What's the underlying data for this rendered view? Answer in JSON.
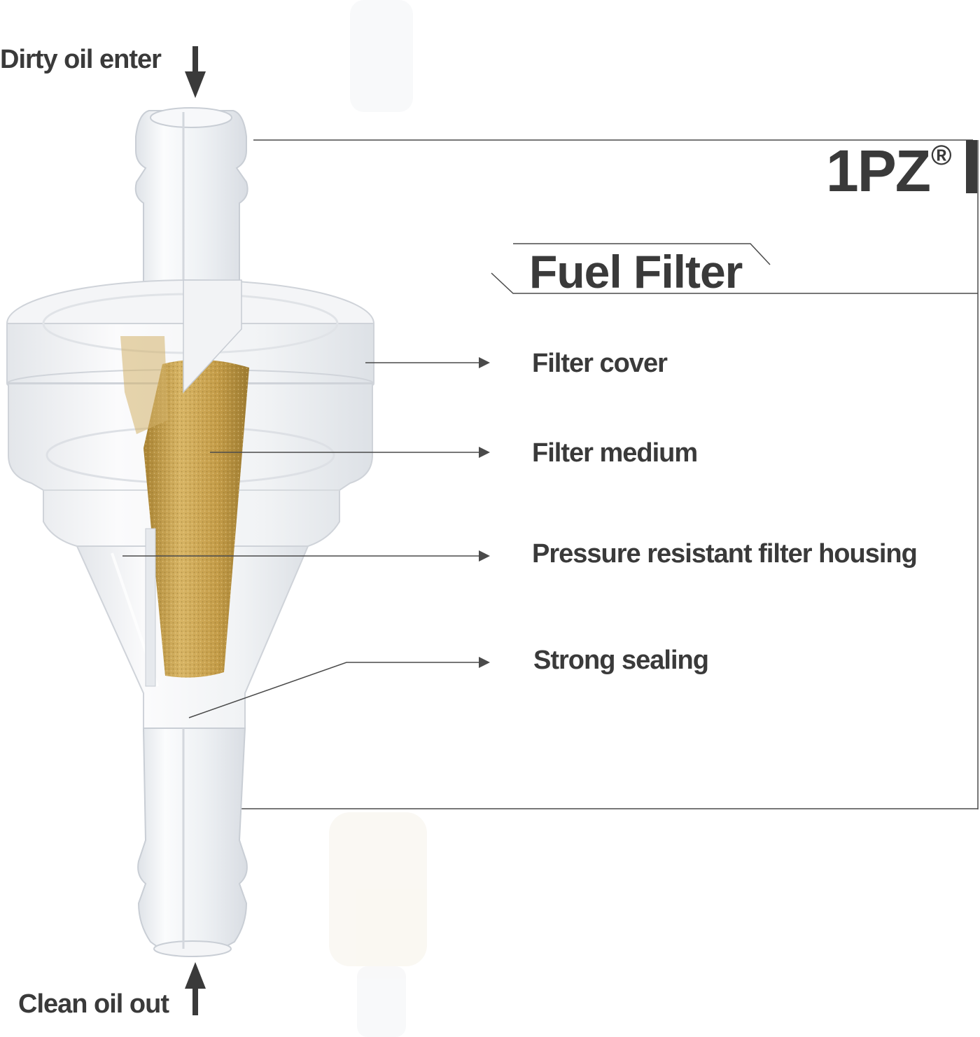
{
  "flow": {
    "inlet_label": "Dirty oil enter",
    "outlet_label": "Clean oil out"
  },
  "brand": {
    "name": "1PZ",
    "mark": "®"
  },
  "product": {
    "title": "Fuel Filter"
  },
  "parts": [
    {
      "label": "Filter cover"
    },
    {
      "label": "Filter medium"
    },
    {
      "label": "Pressure resistant filter housing"
    },
    {
      "label": "Strong sealing"
    }
  ],
  "colors": {
    "text": "#3a3a3a",
    "line": "#4a4a4a",
    "filter_medium": "#c9a24a",
    "housing": "#eef0f3"
  },
  "icons": {
    "inlet_arrow": "arrow-down-icon",
    "outlet_arrow": "arrow-up-icon",
    "pointer_arrow": "arrow-right-icon"
  }
}
